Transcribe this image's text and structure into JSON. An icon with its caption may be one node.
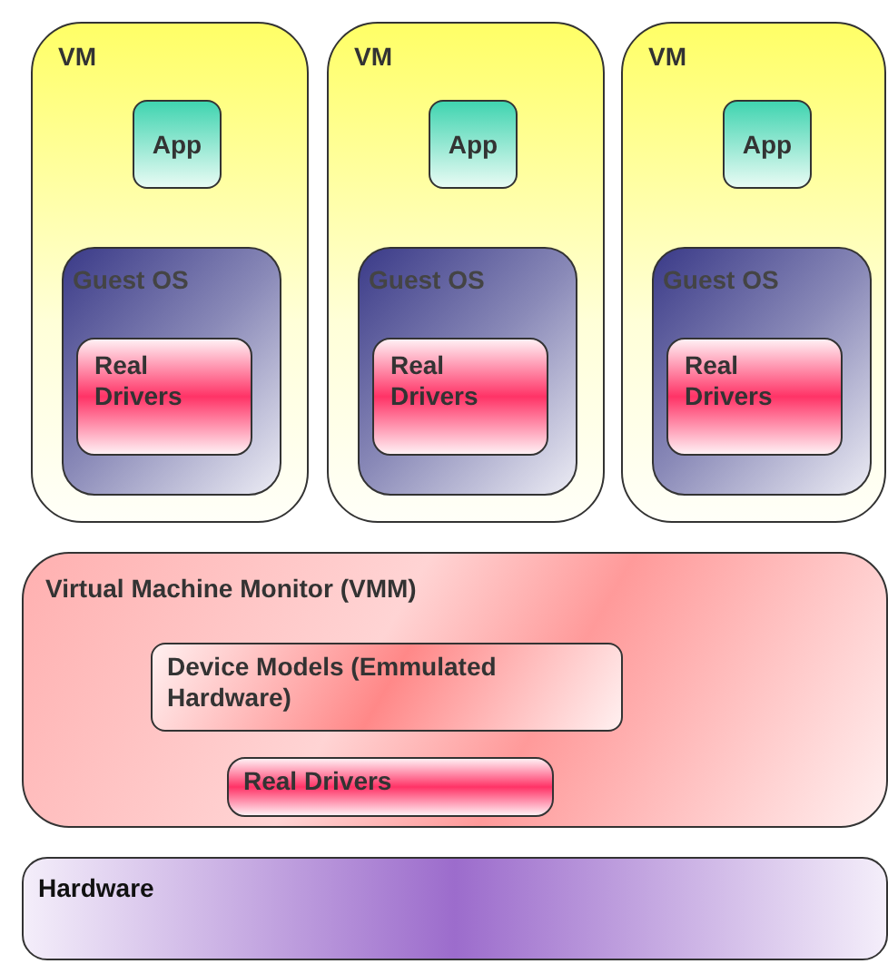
{
  "diagram": {
    "nodes": [
      {
        "text": [
          "VM"
        ]
      },
      {
        "text": [
          "App"
        ],
        "in": 0
      },
      {
        "text": [
          "Guest OS"
        ],
        "in": 0
      },
      {
        "text": [
          "Real Drivers"
        ],
        "in": 2
      },
      {
        "text": [
          "VM"
        ]
      },
      {
        "text": [
          "App"
        ],
        "in": 4
      },
      {
        "text": [
          "Guest OS"
        ],
        "in": 4
      },
      {
        "text": [
          "Real Drivers"
        ],
        "in": 6
      },
      {
        "text": [
          "VM"
        ]
      },
      {
        "text": [
          "App"
        ],
        "in": 8
      },
      {
        "text": [
          "Guest OS"
        ],
        "in": 8
      },
      {
        "text": [
          "Real Drivers"
        ],
        "in": 10
      },
      {
        "text": [
          "Virtual Machine Monitor (VMM)"
        ]
      },
      {
        "text": [
          "Device Models (Emmulated Hardware)"
        ],
        "in": 12
      },
      {
        "text": [
          "Real Drivers"
        ],
        "in": 12
      },
      {
        "text": [
          "Hardware"
        ]
      }
    ]
  }
}
